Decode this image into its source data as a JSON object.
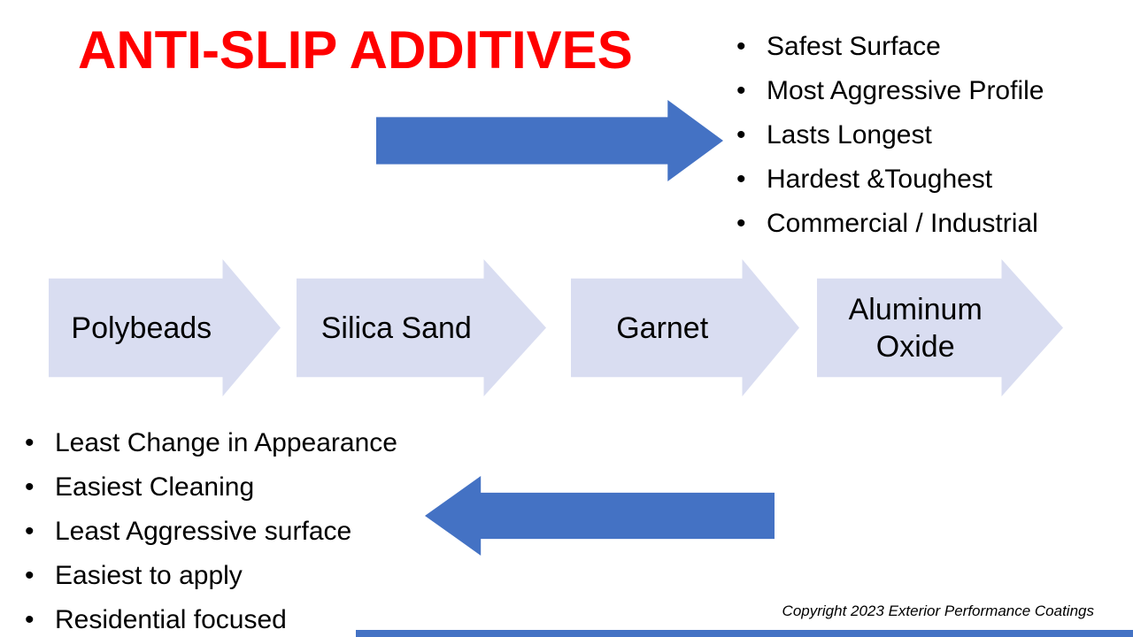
{
  "slide": {
    "title": "ANTI-SLIP ADDITIVES",
    "top_benefits": {
      "items": [
        "Safest Surface",
        "Most Aggressive Profile",
        "Lasts Longest",
        "Hardest &Toughest",
        "Commercial / Industrial"
      ]
    },
    "additive_arrows": [
      {
        "label": "Polybeads"
      },
      {
        "label": "Silica Sand"
      },
      {
        "label": "Garnet"
      },
      {
        "label": "Aluminum Oxide"
      }
    ],
    "bottom_benefits": {
      "items": [
        "Least Change in Appearance",
        "Easiest Cleaning",
        "Least Aggressive surface",
        "Easiest to apply",
        "Residential focused"
      ]
    },
    "copyright": "Copyright 2023 Exterior Performance Coatings",
    "colors": {
      "title_red": "#FF0000",
      "arrow_blue": "#4472C4",
      "arrow_light": "#D9DDF1",
      "text_black": "#000000"
    }
  }
}
